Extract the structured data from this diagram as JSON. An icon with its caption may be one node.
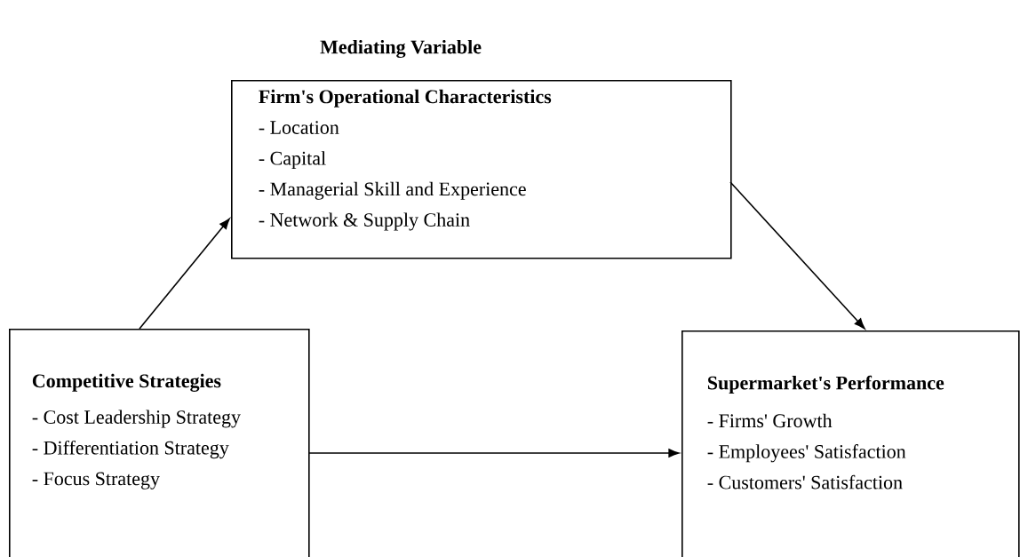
{
  "diagram": {
    "title": "Mediating Variable",
    "nodes": [
      {
        "text": [
          "Firm's Operational Characteristics",
          "- Location",
          "- Capital",
          "- Managerial Skill and Experience",
          "- Network & Supply Chain"
        ]
      },
      {
        "text": [
          "Competitive Strategies",
          "- Cost Leadership Strategy",
          "- Differentiation Strategy",
          "- Focus Strategy"
        ]
      },
      {
        "text": [
          "Supermarket's Performance",
          "- Firms' Growth",
          "- Employees' Satisfaction",
          "- Customers' Satisfaction"
        ]
      }
    ],
    "edges": [
      {
        "from": 1,
        "to": 0,
        "arrow": "to"
      },
      {
        "from": 0,
        "to": 2,
        "arrow": "to"
      },
      {
        "from": 1,
        "to": 2,
        "arrow": "to"
      }
    ]
  }
}
